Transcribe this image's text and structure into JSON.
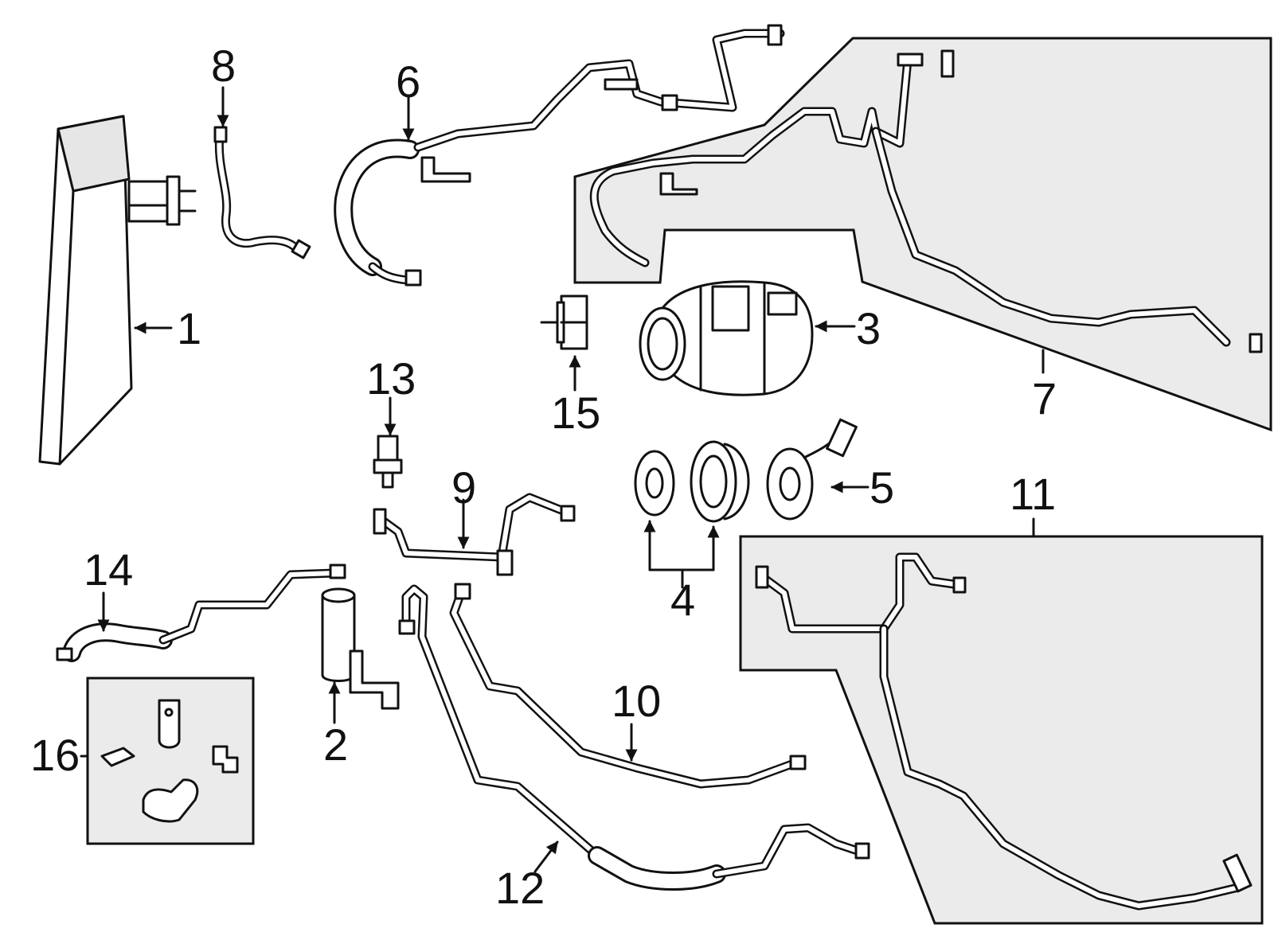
{
  "diagram": {
    "callouts": [
      {
        "id": "1",
        "text": "1"
      },
      {
        "id": "2",
        "text": "2"
      },
      {
        "id": "3",
        "text": "3"
      },
      {
        "id": "4",
        "text": "4"
      },
      {
        "id": "5",
        "text": "5"
      },
      {
        "id": "6",
        "text": "6"
      },
      {
        "id": "7",
        "text": "7"
      },
      {
        "id": "8",
        "text": "8"
      },
      {
        "id": "9",
        "text": "9"
      },
      {
        "id": "10",
        "text": "10"
      },
      {
        "id": "11",
        "text": "11"
      },
      {
        "id": "12",
        "text": "12"
      },
      {
        "id": "13",
        "text": "13"
      },
      {
        "id": "14",
        "text": "14"
      },
      {
        "id": "15",
        "text": "15"
      },
      {
        "id": "16",
        "text": "16"
      }
    ]
  },
  "colors": {
    "line": "#111111",
    "panel_fill": "#ebebeb",
    "background": "#ffffff"
  }
}
